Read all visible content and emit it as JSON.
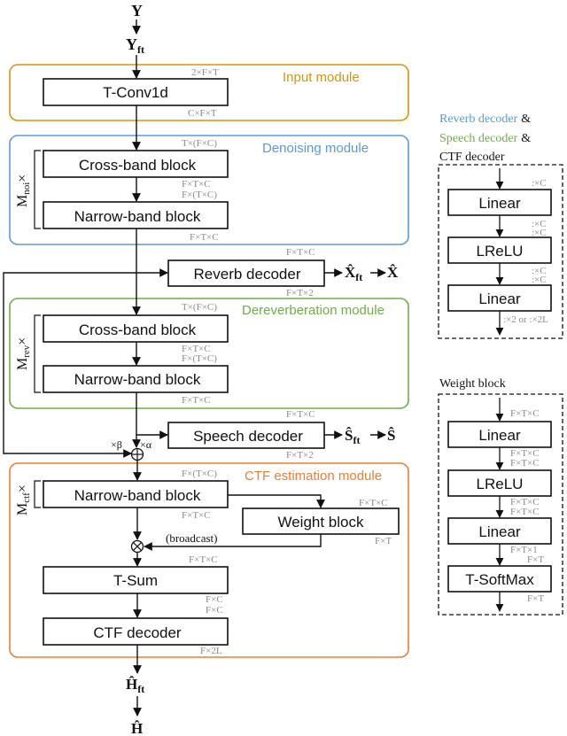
{
  "colors": {
    "input": "#D4960A",
    "denoising": "#5B9BD5",
    "dereverb": "#70AD47",
    "ctf": "#ED7D31"
  },
  "signals": {
    "y": "Y",
    "y_ft": "Y",
    "y_ft_sub": "ft",
    "h_ft": "Ĥ",
    "h_ft_sub": "ft",
    "h": "Ĥ",
    "x_ft": "X̂",
    "x_ft_sub": "ft",
    "x": "X̂",
    "s_ft": "Ŝ",
    "s_ft_sub": "ft",
    "s": "Ŝ",
    "beta": "×β",
    "alpha": "×α",
    "broadcast": "(broadcast)"
  },
  "modules": {
    "input": "Input module",
    "denoising": "Denoising module",
    "dereverb": "Dereverberation module",
    "ctf": "CTF estimation module",
    "side_decoders_1": "Reverb decoder",
    "side_decoders_amp1": "&",
    "side_decoders_2": "Speech decoder",
    "side_decoders_amp2": "&",
    "side_decoders_3": "CTF decoder",
    "weight": "Weight block"
  },
  "repeat": {
    "noi_m": "M",
    "noi_sub": "noi",
    "rev_m": "M",
    "rev_sub": "rev",
    "ctf_m": "M",
    "ctf_sub": "ctf",
    "times": "×"
  },
  "blocks": {
    "tconv": "T-Conv1d",
    "cross1": "Cross-band block",
    "narrow1": "Narrow-band block",
    "reverb_dec": "Reverb decoder",
    "cross2": "Cross-band block",
    "narrow2": "Narrow-band block",
    "speech_dec": "Speech decoder",
    "narrow3": "Narrow-band block",
    "weight_block": "Weight block",
    "tsum": "T-Sum",
    "ctf_dec": "CTF decoder",
    "dec_linear1": "Linear",
    "dec_lrelu": "LReLU",
    "dec_linear2": "Linear",
    "w_linear1": "Linear",
    "w_lrelu": "LReLU",
    "w_linear2": "Linear",
    "w_softmax": "T-SoftMax"
  },
  "dims": {
    "d1": "2×F×T",
    "d2": "C×F×T",
    "d3": "T×(F×C)",
    "d4": "F×T×C",
    "d5": "F×(T×C)",
    "d6": "F×T×C",
    "d7": "F×T×C",
    "d8": "F×T×2",
    "d9": "T×(F×C)",
    "d10": "F×T×C",
    "d11": "F×(T×C)",
    "d12": "F×T×C",
    "d13": "F×T×C",
    "d14": "F×T×2",
    "d15": "F×(T×C)",
    "d16": "F×T×C",
    "d17": "F×T×C",
    "d18": "F×T",
    "d19": "F×T×C",
    "d20": "F×C",
    "d21": "F×C",
    "d22": "F×2L",
    "r1": ":×C",
    "r2": ":×C",
    "r3": ":×C",
    "r4": ":×C",
    "r5": ":×C",
    "r6": ":×2 or :×2L",
    "w1": "F×T×C",
    "w2": "F×T×C",
    "w3": "F×T×C",
    "w4": "F×T×C",
    "w5": "F×T×C",
    "w6": "F×T×1",
    "w7": "F×T",
    "w8": "F×T"
  }
}
